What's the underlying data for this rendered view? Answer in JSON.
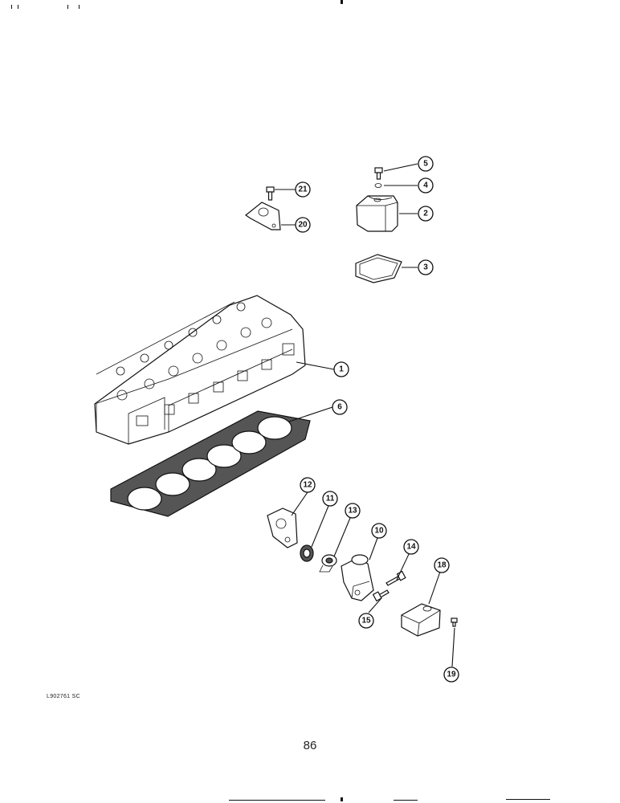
{
  "diagram": {
    "callouts": [
      {
        "id": "callout-1",
        "label": "1"
      },
      {
        "id": "callout-2",
        "label": "2"
      },
      {
        "id": "callout-3",
        "label": "3"
      },
      {
        "id": "callout-4",
        "label": "4"
      },
      {
        "id": "callout-5",
        "label": "5"
      },
      {
        "id": "callout-6",
        "label": "6"
      },
      {
        "id": "callout-10",
        "label": "10"
      },
      {
        "id": "callout-11",
        "label": "11"
      },
      {
        "id": "callout-12",
        "label": "12"
      },
      {
        "id": "callout-13",
        "label": "13"
      },
      {
        "id": "callout-14",
        "label": "14"
      },
      {
        "id": "callout-15",
        "label": "15"
      },
      {
        "id": "callout-18",
        "label": "18"
      },
      {
        "id": "callout-19",
        "label": "19"
      },
      {
        "id": "callout-20",
        "label": "20"
      },
      {
        "id": "callout-21",
        "label": "21"
      }
    ],
    "drawing_id": "L902761 SC",
    "page_number": "86"
  }
}
